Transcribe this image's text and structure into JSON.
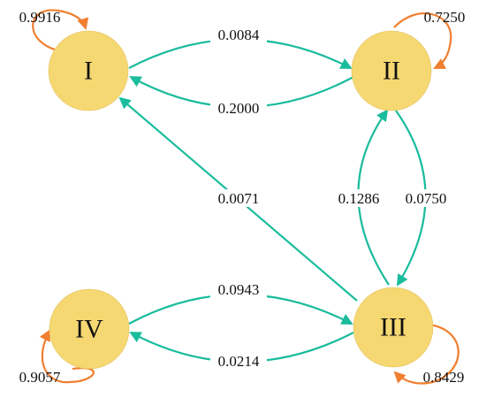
{
  "colors": {
    "node_fill": "#f6d873",
    "transition_edge": "#1abc9c",
    "self_loop_edge": "#f07f30",
    "text": "#111111"
  },
  "nodes": [
    {
      "id": "I",
      "label": "I"
    },
    {
      "id": "II",
      "label": "II"
    },
    {
      "id": "III",
      "label": "III"
    },
    {
      "id": "IV",
      "label": "IV"
    }
  ],
  "edges": [
    {
      "from": "I",
      "to": "II",
      "label": "0.0084"
    },
    {
      "from": "II",
      "to": "I",
      "label": "0.2000"
    },
    {
      "from": "III",
      "to": "I",
      "label": "0.0071"
    },
    {
      "from": "III",
      "to": "II",
      "label": "0.1286"
    },
    {
      "from": "II",
      "to": "III",
      "label": "0.0750"
    },
    {
      "from": "IV",
      "to": "III",
      "label": "0.0943"
    },
    {
      "from": "III",
      "to": "IV",
      "label": "0.0214"
    }
  ],
  "self_loops": [
    {
      "node": "I",
      "label": "0.9916"
    },
    {
      "node": "II",
      "label": "0.7250"
    },
    {
      "node": "III",
      "label": "0.8429"
    },
    {
      "node": "IV",
      "label": "0.9057"
    }
  ]
}
